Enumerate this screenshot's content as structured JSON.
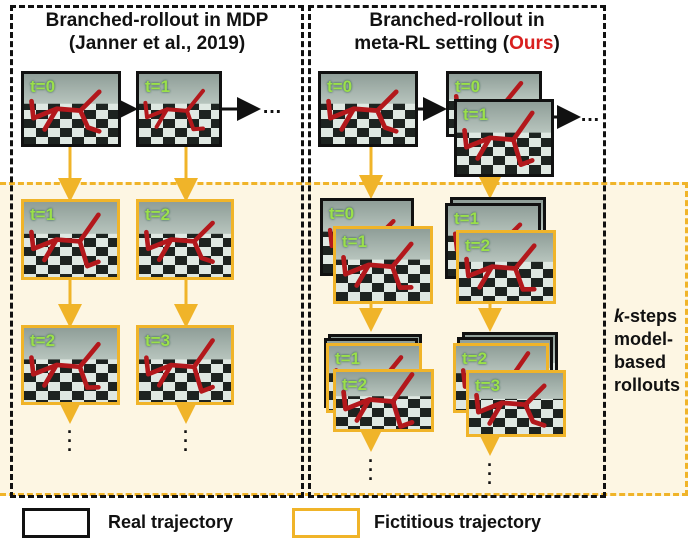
{
  "titles": {
    "left_line1": "Branched-rollout in MDP",
    "left_line2": "(Janner et al., 2019)",
    "right_line1": "Branched-rollout in",
    "right_line2_prefix": "meta-RL setting (",
    "right_line2_highlight": "Ours",
    "right_line2_suffix": ")"
  },
  "side_label": {
    "k": "k",
    "line1": "-steps",
    "line2": "model-",
    "line3": "based",
    "line4": "rollouts"
  },
  "legend": {
    "real": "Real trajectory",
    "fictitious": "Fictitious trajectory"
  },
  "ellipsis": "…",
  "frames": {
    "left_real_a": "t=0",
    "left_real_b": "t=1",
    "left_fict_1a": "t=1",
    "left_fict_1b": "t=2",
    "left_fict_2a": "t=2",
    "left_fict_2b": "t=3",
    "right_real_a": "t=0",
    "right_real_b_back": "t=0",
    "right_real_b_front": "t=1",
    "right_fict_1a_back": "t=0",
    "right_fict_1a_front": "t=1",
    "right_fict_1b_back": "t=1",
    "right_fict_1b_front": "t=2",
    "right_fict_2a_back": "t=1",
    "right_fict_2a_front": "t=2",
    "right_fict_2b_back": "t=2",
    "right_fict_2b_front": "t=3"
  },
  "colors": {
    "real": "#111111",
    "fictitious": "#f0b429",
    "highlight": "#d9201f",
    "band": "#fdf6e3",
    "label": "#9be04a"
  }
}
